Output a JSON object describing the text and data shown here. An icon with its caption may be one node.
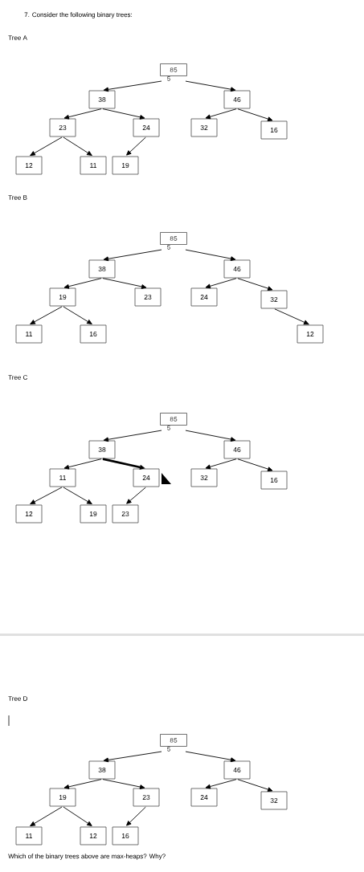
{
  "diagram": {
    "title": "7.  Consider the following binary trees:",
    "nodes": [
      {
        "text": [
          "85"
        ],
        "beside": [
          "5"
        ]
      },
      {
        "text": [
          "38"
        ]
      },
      {
        "text": [
          "46"
        ]
      },
      {
        "text": [
          "23"
        ]
      },
      {
        "text": [
          "24"
        ]
      },
      {
        "text": [
          "32"
        ]
      },
      {
        "text": [
          "16"
        ]
      },
      {
        "text": [
          "12"
        ]
      },
      {
        "text": [
          "11"
        ]
      },
      {
        "text": [
          "19"
        ]
      },
      {
        "text": [
          "85"
        ],
        "beside": [
          "5"
        ]
      },
      {
        "text": [
          "38"
        ]
      },
      {
        "text": [
          "46"
        ]
      },
      {
        "text": [
          "19"
        ]
      },
      {
        "text": [
          "23"
        ]
      },
      {
        "text": [
          "24"
        ]
      },
      {
        "text": [
          "32"
        ]
      },
      {
        "text": [
          "11"
        ]
      },
      {
        "text": [
          "16"
        ]
      },
      {
        "text": [
          "12"
        ]
      },
      {
        "text": [
          "85"
        ],
        "beside": [
          "5"
        ]
      },
      {
        "text": [
          "38"
        ]
      },
      {
        "text": [
          "46"
        ]
      },
      {
        "text": [
          "11"
        ]
      },
      {
        "text": [
          "24"
        ]
      },
      {
        "text": [
          "32"
        ]
      },
      {
        "text": [
          "16"
        ]
      },
      {
        "text": [
          "12"
        ]
      },
      {
        "text": [
          "19"
        ]
      },
      {
        "text": [
          "23"
        ]
      },
      {
        "text": [
          "85"
        ],
        "beside": [
          "5"
        ]
      },
      {
        "text": [
          "38"
        ]
      },
      {
        "text": [
          "46"
        ]
      },
      {
        "text": [
          "19"
        ]
      },
      {
        "text": [
          "23"
        ]
      },
      {
        "text": [
          "24"
        ]
      },
      {
        "text": [
          "32"
        ]
      },
      {
        "text": [
          "11"
        ]
      },
      {
        "text": [
          "12"
        ]
      },
      {
        "text": [
          "16"
        ]
      }
    ],
    "edges": [
      {
        "from": 0,
        "to": 1,
        "arrow": "to"
      },
      {
        "from": 0,
        "to": 2,
        "arrow": "to"
      },
      {
        "from": 1,
        "to": 3,
        "arrow": "to"
      },
      {
        "from": 1,
        "to": 4,
        "arrow": "to"
      },
      {
        "from": 2,
        "to": 5,
        "arrow": "to"
      },
      {
        "from": 2,
        "to": 6,
        "arrow": "to"
      },
      {
        "from": 3,
        "to": 7,
        "arrow": "to"
      },
      {
        "from": 3,
        "to": 8,
        "arrow": "to"
      },
      {
        "from": 4,
        "to": 9,
        "arrow": "to"
      },
      {
        "from": 10,
        "to": 11,
        "arrow": "to"
      },
      {
        "from": 10,
        "to": 12,
        "arrow": "to"
      },
      {
        "from": 11,
        "to": 13,
        "arrow": "to"
      },
      {
        "from": 11,
        "to": 14,
        "arrow": "to"
      },
      {
        "from": 12,
        "to": 15,
        "arrow": "to"
      },
      {
        "from": 12,
        "to": 16,
        "arrow": "to"
      },
      {
        "from": 13,
        "to": 17,
        "arrow": "to"
      },
      {
        "from": 13,
        "to": 18,
        "arrow": "to"
      },
      {
        "from": 16,
        "to": 19,
        "arrow": "to"
      },
      {
        "from": 20,
        "to": 21,
        "arrow": "to"
      },
      {
        "from": 20,
        "to": 22,
        "arrow": "to"
      },
      {
        "from": 21,
        "to": 23,
        "arrow": "to"
      },
      {
        "from": 21,
        "to": 24,
        "arrow": "to",
        "style": "thick"
      },
      {
        "from": 22,
        "to": 25,
        "arrow": "to"
      },
      {
        "from": 22,
        "to": 26,
        "arrow": "to"
      },
      {
        "from": 23,
        "to": 27,
        "arrow": "to"
      },
      {
        "from": 23,
        "to": 28,
        "arrow": "to"
      },
      {
        "from": 24,
        "to": 29,
        "arrow": "to"
      },
      {
        "from": 30,
        "to": 31,
        "arrow": "to"
      },
      {
        "from": 30,
        "to": 32,
        "arrow": "to"
      },
      {
        "from": 31,
        "to": 33,
        "arrow": "to"
      },
      {
        "from": 31,
        "to": 34,
        "arrow": "to"
      },
      {
        "from": 32,
        "to": 35,
        "arrow": "to"
      },
      {
        "from": 32,
        "to": 36,
        "arrow": "to"
      },
      {
        "from": 33,
        "to": 37,
        "arrow": "to"
      },
      {
        "from": 33,
        "to": 38,
        "arrow": "to"
      },
      {
        "from": 34,
        "to": 39,
        "arrow": "to"
      }
    ],
    "labels": [
      "Tree A",
      "Tree B",
      "Tree C",
      "Tree D",
      "Which of the binary trees above are max-heaps? Why?"
    ]
  }
}
